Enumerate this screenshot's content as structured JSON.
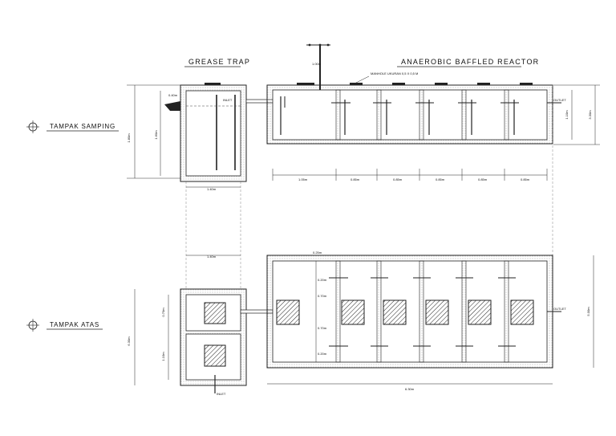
{
  "titles": {
    "grease_trap": "GREASE TRAP",
    "abr": "ANAEROBIC BAFFLED REACTOR"
  },
  "views": {
    "side": "TAMPAK SAMPING",
    "top": "TAMPAK ATAS"
  },
  "labels": {
    "inlet": "INLET",
    "outlet": "OUTLET",
    "manhole": "MANHOLE UKURAN 0,5 X 0,5 M"
  },
  "side_dims": {
    "abr_widths": [
      "1.05m",
      "0.85m",
      "0.85m",
      "0.85m",
      "0.85m",
      "0.85m"
    ],
    "gt_width": "1.40m",
    "left_height": "1.80m",
    "left_inner": "1.60m",
    "right_outer": "3.30m",
    "right_inner": "1.10m",
    "top_small": "0.40m",
    "vent_top": "1.00m"
  },
  "top_dims": {
    "overall_width": "6.30m",
    "overall_height": "5.00m",
    "gt_total_height": "6.30m",
    "gt_split_upper": "0.70m",
    "gt_split_lower": "1.10m",
    "gt_width": "1.40m",
    "inner_dims": [
      "0.20m",
      "0.70m",
      "0.70m",
      "0.20m"
    ],
    "pipe_dim": "0.25m"
  },
  "icons": [
    "section-marker-icon",
    "manhole-cover-icon"
  ]
}
